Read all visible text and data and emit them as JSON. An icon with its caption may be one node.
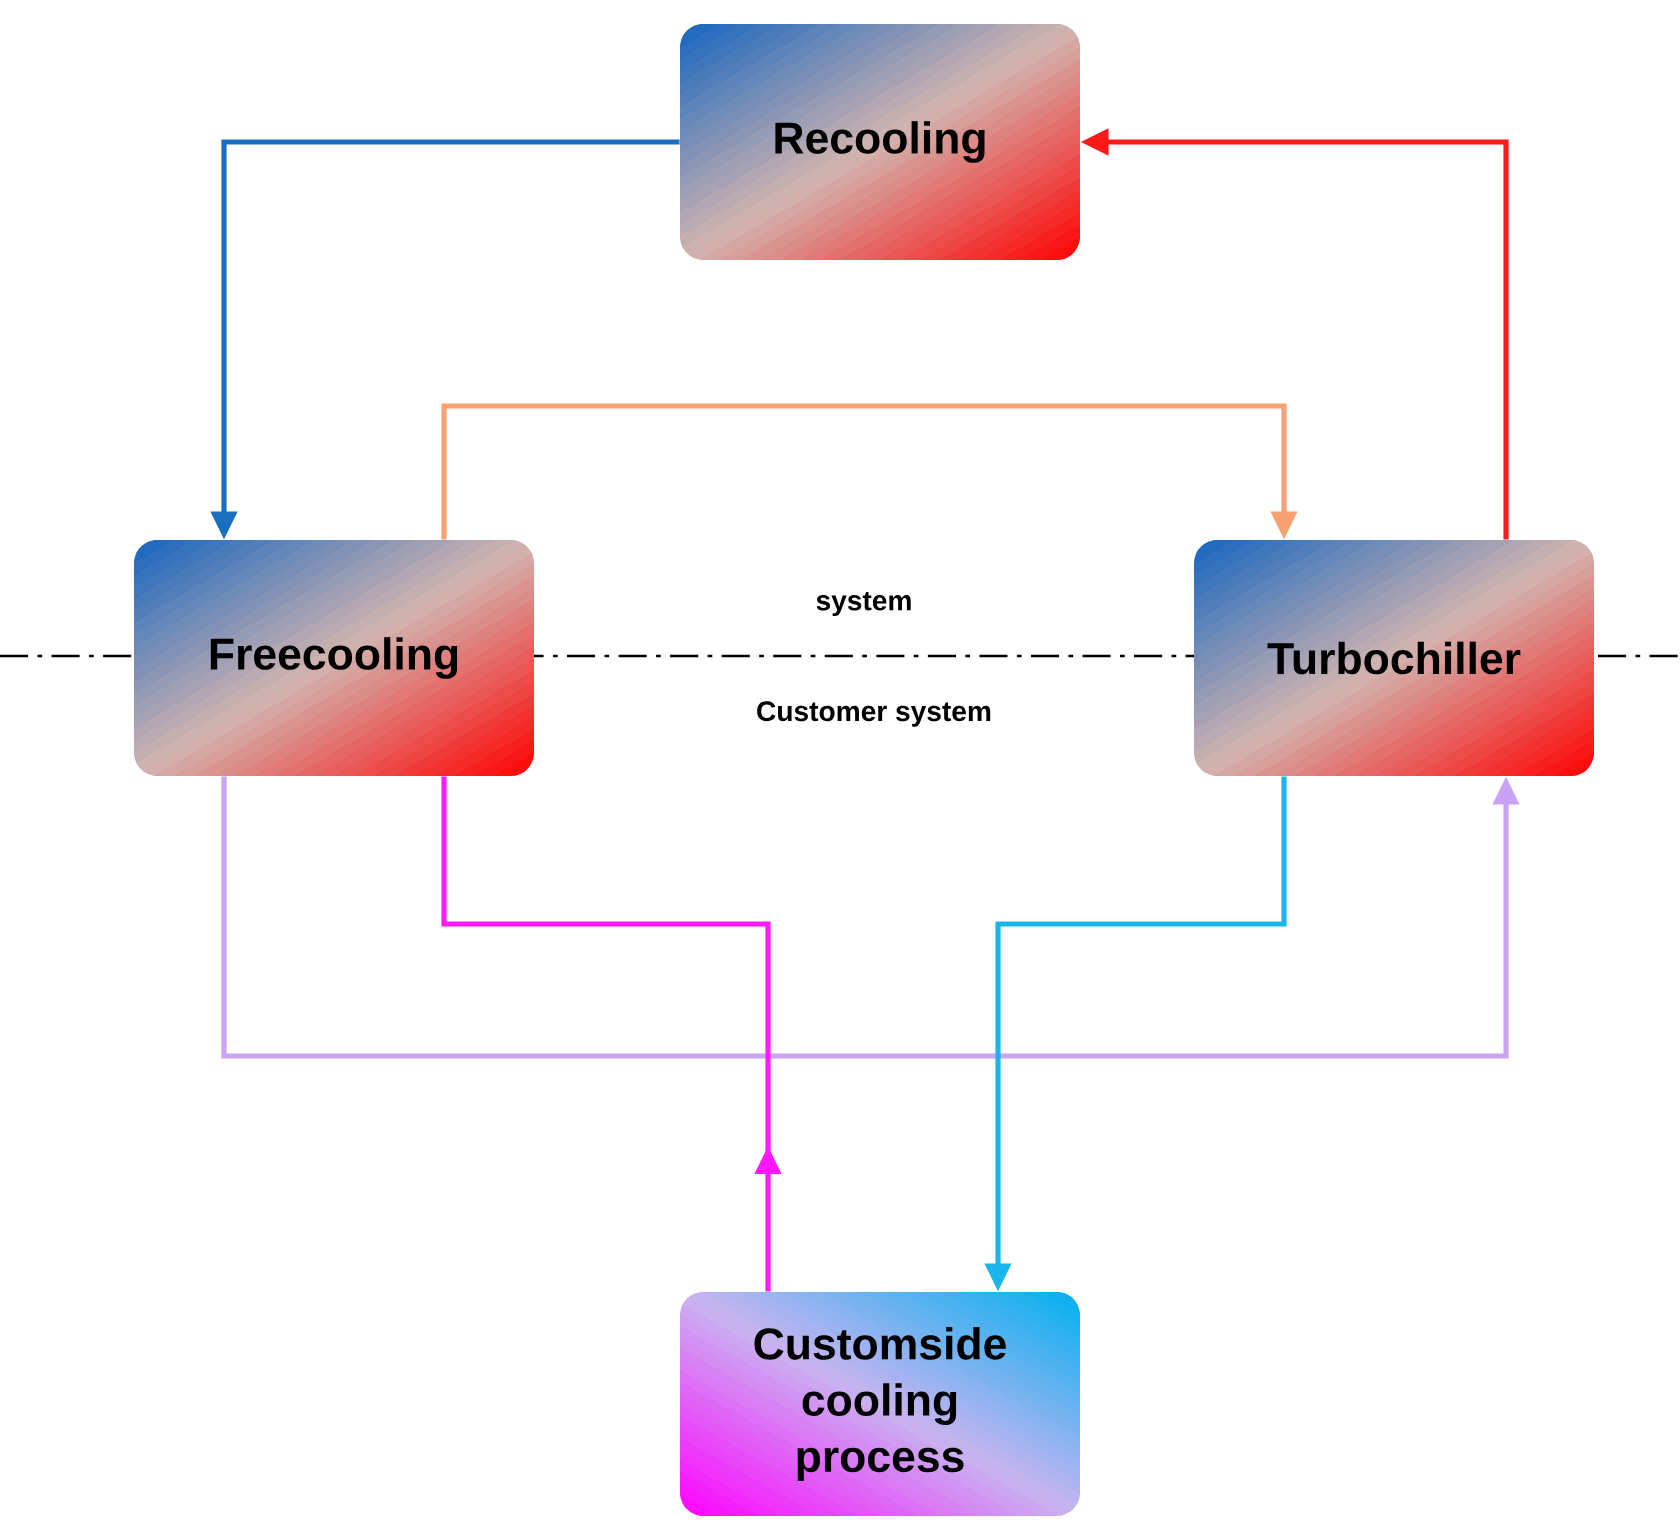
{
  "diagram": {
    "nodes": [
      {
        "text": [
          "Recooling"
        ]
      },
      {
        "text": [
          "Freecooling"
        ]
      },
      {
        "text": [
          "Turbochiller"
        ]
      },
      {
        "text": [
          "Customside cooling process"
        ]
      }
    ],
    "edges": [
      {
        "from": 0,
        "to": 1,
        "arrow": "to",
        "color": "#1a6ec0"
      },
      {
        "from": 2,
        "to": 0,
        "arrow": "to",
        "color": "#ff1a1a"
      },
      {
        "from": 1,
        "to": 2,
        "arrow": "to",
        "color": "#f7a072"
      },
      {
        "from": 1,
        "to": 2,
        "arrow": "to",
        "color": "#c8a2f5"
      },
      {
        "from": 3,
        "to": 1,
        "arrow": "to",
        "color": "#ff19ff"
      },
      {
        "from": 2,
        "to": 3,
        "arrow": "to",
        "color": "#19b5ec"
      }
    ],
    "labels": [
      "system",
      "Customer system"
    ]
  }
}
